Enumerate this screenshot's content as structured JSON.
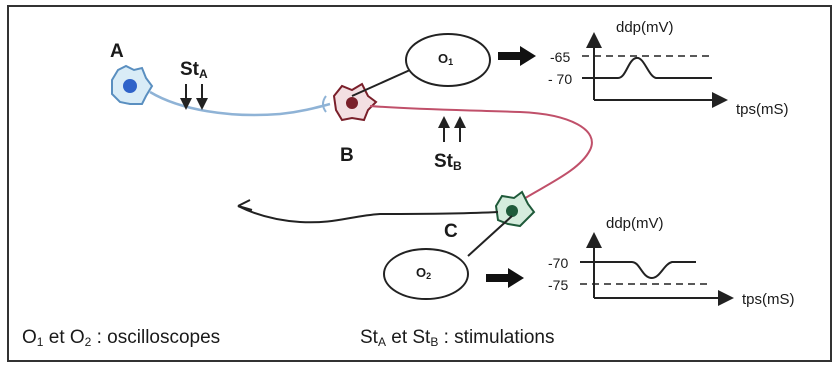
{
  "neurons": {
    "A": {
      "label": "A",
      "color": "#2f63c9"
    },
    "B": {
      "label": "B",
      "color": "#7a1f2a"
    },
    "C": {
      "label": "C",
      "color": "#1f5a3a"
    }
  },
  "stimulations": {
    "a": {
      "main": "St",
      "sub": "A"
    },
    "b": {
      "main": "St",
      "sub": "B"
    }
  },
  "oscilloscopes": {
    "o1": {
      "main": "O",
      "sub": "1"
    },
    "o2": {
      "main": "O",
      "sub": "2"
    }
  },
  "graph1": {
    "y_axis_label": "ddp(mV)",
    "x_axis_label": "tps(mS)",
    "ticks": [
      "-65",
      "- 70"
    ]
  },
  "graph2": {
    "y_axis_label": "ddp(mV)",
    "x_axis_label": "tps(mS)",
    "ticks": [
      "-70",
      "-75"
    ]
  },
  "legend": {
    "left": {
      "o1": "O",
      "o1_sub": "1",
      "mid": " et ",
      "o2": "O",
      "o2_sub": "2",
      "rest": " : oscilloscopes"
    },
    "right": {
      "sta": "St",
      "sta_sub": "A",
      "mid": " et ",
      "stb": "St",
      "stb_sub": "B",
      "rest": " : stimulations"
    }
  },
  "colors": {
    "axon_a": "#8fb3d6",
    "axon_b": "#c0506a",
    "line": "#222222"
  }
}
